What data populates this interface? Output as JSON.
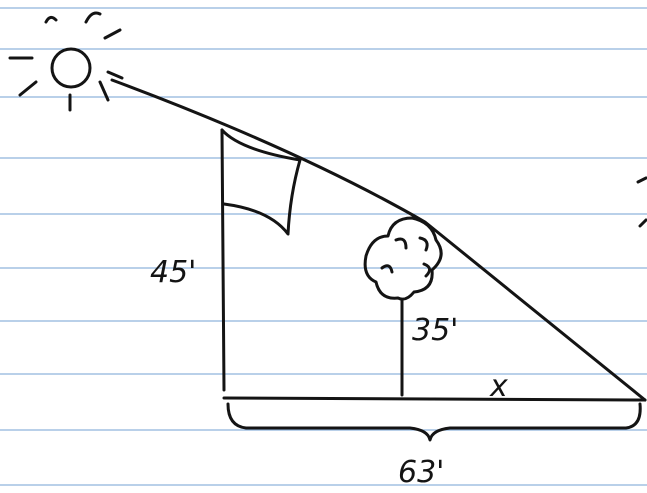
{
  "labels": {
    "pole_height": "45'",
    "tree_height": "35'",
    "ground_length": "63'",
    "unknown_distance": "x"
  },
  "icons": {
    "sun": "sun-icon",
    "tree": "tree-icon"
  },
  "colors": {
    "ink": "#141414",
    "paper_rule": "#8fb3dc",
    "paper": "#ffffff"
  }
}
